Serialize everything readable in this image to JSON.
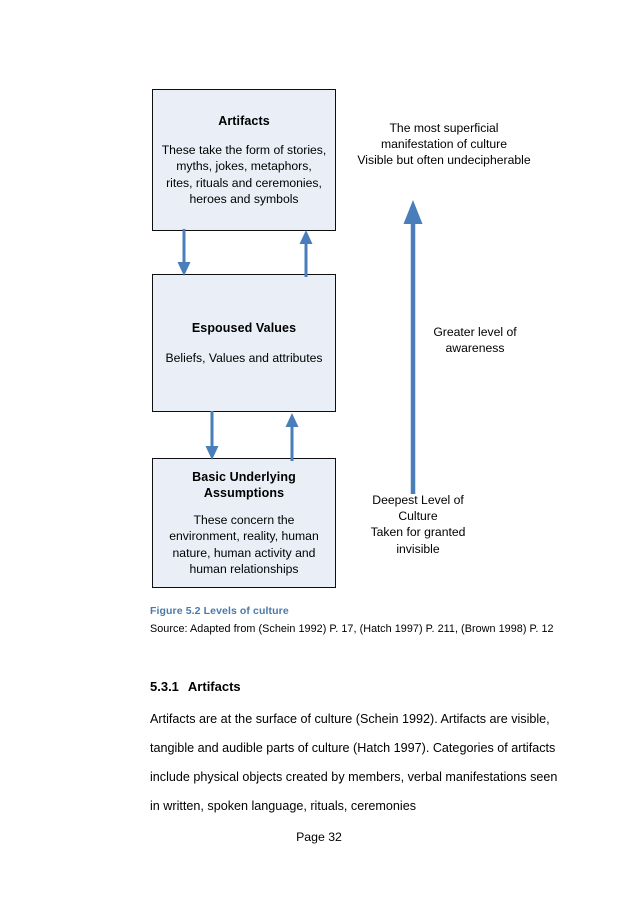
{
  "document": {
    "page_label": "Page 32"
  },
  "figure": {
    "caption": "Figure 5.2 Levels of culture",
    "source": "Source: Adapted from (Schein 1992) P. 17, (Hatch 1997) P. 211, (Brown 1998) P. 12",
    "caption_color": "#4a7aa8",
    "box_fill": "#e9eef7",
    "box_border": "#0f0f0f",
    "arrow_color": "#4a7ebb",
    "boxes": [
      {
        "id": "artifacts",
        "title": "Artifacts",
        "body": "These take the form of stories,\nmyths, jokes, metaphors,\nrites, rituals and ceremonies,\nheroes and symbols"
      },
      {
        "id": "espoused",
        "title": "Espoused Values",
        "body": "Beliefs, Values and attributes"
      },
      {
        "id": "assumptions",
        "title": "Basic Underlying\nAssumptions",
        "body": "These concern the\nenvironment, reality, human\nnature, human activity and\nhuman relationships"
      }
    ],
    "annotations": [
      {
        "id": "superficial",
        "text": "The most superficial\nmanifestation of culture\nVisible but often undecipherable"
      },
      {
        "id": "awareness",
        "text": "Greater level of\nawareness"
      },
      {
        "id": "deepest",
        "text": "Deepest Level of\nCulture\nTaken for granted\ninvisible"
      }
    ]
  },
  "section": {
    "number": "5.3.1",
    "title": "Artifacts",
    "paragraph": "Artifacts are at the surface of culture (Schein 1992). Artifacts are visible, tangible and audible parts of culture (Hatch 1997). Categories of artifacts include physical objects created by members, verbal manifestations seen in written, spoken language, rituals, ceremonies"
  }
}
